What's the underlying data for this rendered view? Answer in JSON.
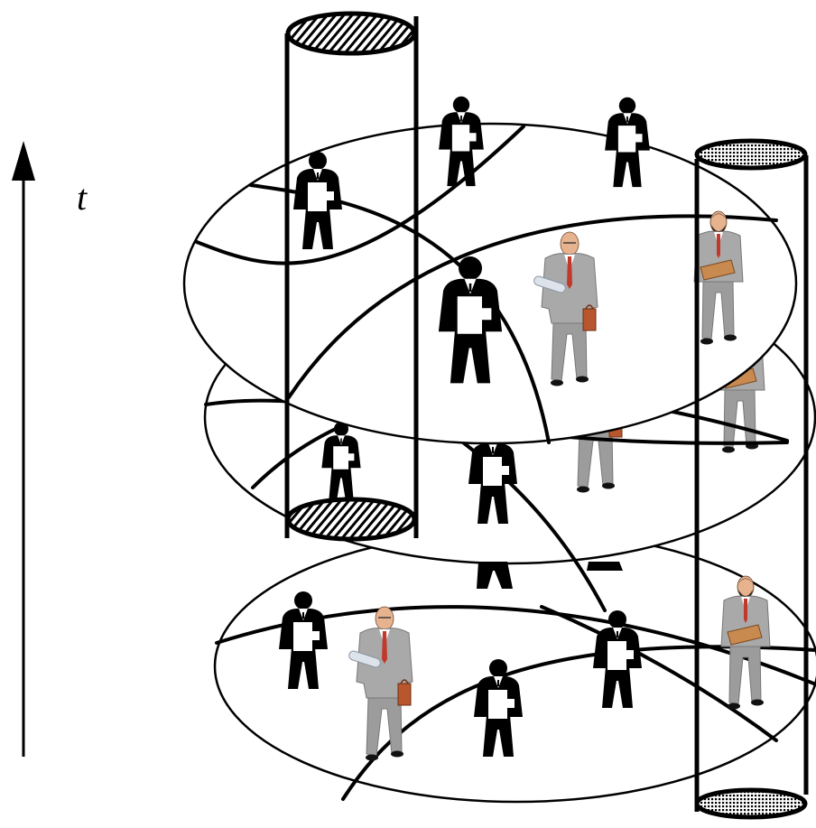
{
  "time_axis": {
    "label": "t",
    "icon": "up-arrow-icon"
  },
  "layers": [
    {
      "name": "top",
      "figures": [
        "black",
        "black",
        "black",
        "black",
        "gray-glasses",
        "gray-bearded"
      ]
    },
    {
      "name": "middle",
      "figures": [
        "black",
        "black",
        "gray-glasses",
        "gray-bearded"
      ]
    },
    {
      "name": "bottom",
      "figures": [
        "black",
        "gray-glasses",
        "black",
        "black",
        "gray-bearded"
      ]
    }
  ],
  "colors": {
    "ink": "#000000",
    "suit_gray": "#a9a9a9",
    "suit_shade": "#8a8a8a",
    "skin": "#e7b38f",
    "tie": "#c0392b",
    "bag": "#b8562d",
    "hatch": "#000000",
    "paper": "#ffffff"
  }
}
